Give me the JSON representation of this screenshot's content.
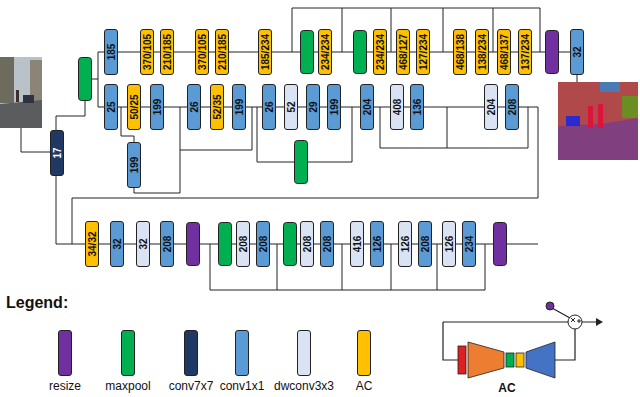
{
  "diagram": {
    "nodes": [
      {
        "text": [
          "17"
        ]
      },
      {
        "text": [
          "185"
        ]
      },
      {
        "text": [
          "370/105"
        ]
      },
      {
        "text": [
          "210/185"
        ]
      },
      {
        "text": [
          "370/105"
        ]
      },
      {
        "text": [
          "210/185"
        ]
      },
      {
        "text": [
          "185/234"
        ]
      },
      {
        "text": [
          "234/234"
        ]
      },
      {
        "text": [
          "234/234"
        ]
      },
      {
        "text": [
          "468/127"
        ]
      },
      {
        "text": [
          "127/234"
        ]
      },
      {
        "text": [
          "468/138"
        ]
      },
      {
        "text": [
          "138/234"
        ]
      },
      {
        "text": [
          "468/137"
        ]
      },
      {
        "text": [
          "137/234"
        ]
      },
      {
        "text": [
          "32"
        ]
      },
      {
        "text": [
          "25"
        ]
      },
      {
        "text": [
          "50/25"
        ]
      },
      {
        "text": [
          "199"
        ]
      },
      {
        "text": [
          "26"
        ]
      },
      {
        "text": [
          "52/35"
        ]
      },
      {
        "text": [
          "199"
        ]
      },
      {
        "text": [
          "26"
        ]
      },
      {
        "text": [
          "52"
        ]
      },
      {
        "text": [
          "29"
        ]
      },
      {
        "text": [
          "199"
        ]
      },
      {
        "text": [
          "204"
        ]
      },
      {
        "text": [
          "408"
        ]
      },
      {
        "text": [
          "136"
        ]
      },
      {
        "text": [
          "204"
        ]
      },
      {
        "text": [
          "208"
        ]
      },
      {
        "text": [
          "199"
        ]
      },
      {
        "text": [
          "34/32"
        ]
      },
      {
        "text": [
          "32"
        ]
      },
      {
        "text": [
          "32"
        ]
      },
      {
        "text": [
          "208"
        ]
      },
      {
        "text": [
          "208"
        ]
      },
      {
        "text": [
          "208"
        ]
      },
      {
        "text": [
          "208"
        ]
      },
      {
        "text": [
          "208"
        ]
      },
      {
        "text": [
          "416"
        ]
      },
      {
        "text": [
          "126"
        ]
      },
      {
        "text": [
          "126"
        ]
      },
      {
        "text": [
          "208"
        ]
      },
      {
        "text": [
          "126"
        ]
      },
      {
        "text": [
          "234"
        ]
      }
    ],
    "edges": [
      {
        "from": 1,
        "to": 2,
        "arrow": "none"
      },
      {
        "from": 2,
        "to": 3,
        "arrow": "none"
      },
      {
        "from": 3,
        "to": 4,
        "arrow": "none"
      },
      {
        "from": 4,
        "to": 5,
        "arrow": "none"
      },
      {
        "from": 5,
        "to": 6,
        "arrow": "none"
      },
      {
        "from": 8,
        "to": 9,
        "arrow": "none"
      },
      {
        "from": 9,
        "to": 10,
        "arrow": "none"
      },
      {
        "from": 10,
        "to": 11,
        "arrow": "none"
      },
      {
        "from": 11,
        "to": 12,
        "arrow": "none"
      },
      {
        "from": 12,
        "to": 13,
        "arrow": "none"
      },
      {
        "from": 13,
        "to": 14,
        "arrow": "none"
      },
      {
        "from": 16,
        "to": 17,
        "arrow": "none"
      },
      {
        "from": 17,
        "to": 18,
        "arrow": "none"
      },
      {
        "from": 18,
        "to": 19,
        "arrow": "none"
      },
      {
        "from": 19,
        "to": 20,
        "arrow": "none"
      },
      {
        "from": 20,
        "to": 21,
        "arrow": "none"
      },
      {
        "from": 21,
        "to": 22,
        "arrow": "none"
      },
      {
        "from": 22,
        "to": 23,
        "arrow": "none"
      },
      {
        "from": 23,
        "to": 24,
        "arrow": "none"
      },
      {
        "from": 24,
        "to": 25,
        "arrow": "none"
      },
      {
        "from": 25,
        "to": 26,
        "arrow": "none"
      },
      {
        "from": 26,
        "to": 27,
        "arrow": "none"
      },
      {
        "from": 27,
        "to": 28,
        "arrow": "none"
      },
      {
        "from": 28,
        "to": 29,
        "arrow": "none"
      },
      {
        "from": 29,
        "to": 30,
        "arrow": "none"
      },
      {
        "from": 32,
        "to": 33,
        "arrow": "none"
      },
      {
        "from": 33,
        "to": 34,
        "arrow": "none"
      },
      {
        "from": 34,
        "to": 35,
        "arrow": "none"
      },
      {
        "from": 36,
        "to": 37,
        "arrow": "none"
      },
      {
        "from": 38,
        "to": 39,
        "arrow": "none"
      },
      {
        "from": 39,
        "to": 40,
        "arrow": "none"
      },
      {
        "from": 40,
        "to": 41,
        "arrow": "none"
      },
      {
        "from": 41,
        "to": 42,
        "arrow": "none"
      },
      {
        "from": 42,
        "to": 43,
        "arrow": "none"
      },
      {
        "from": 43,
        "to": 44,
        "arrow": "none"
      },
      {
        "from": 44,
        "to": 45,
        "arrow": "none"
      }
    ],
    "labels": [
      "Legend:",
      "AC"
    ],
    "legend": [
      {
        "text": "resize",
        "color": "#7030a0"
      },
      {
        "text": "maxpool",
        "color": "#00b050"
      },
      {
        "text": "conv7x7",
        "color": "#203864"
      },
      {
        "text": "conv1x1",
        "color": "#5b9bd5"
      },
      {
        "text": "dwconv3x3",
        "color": "#dae3f3"
      },
      {
        "text": "AC",
        "color": "#ffc000"
      }
    ]
  }
}
